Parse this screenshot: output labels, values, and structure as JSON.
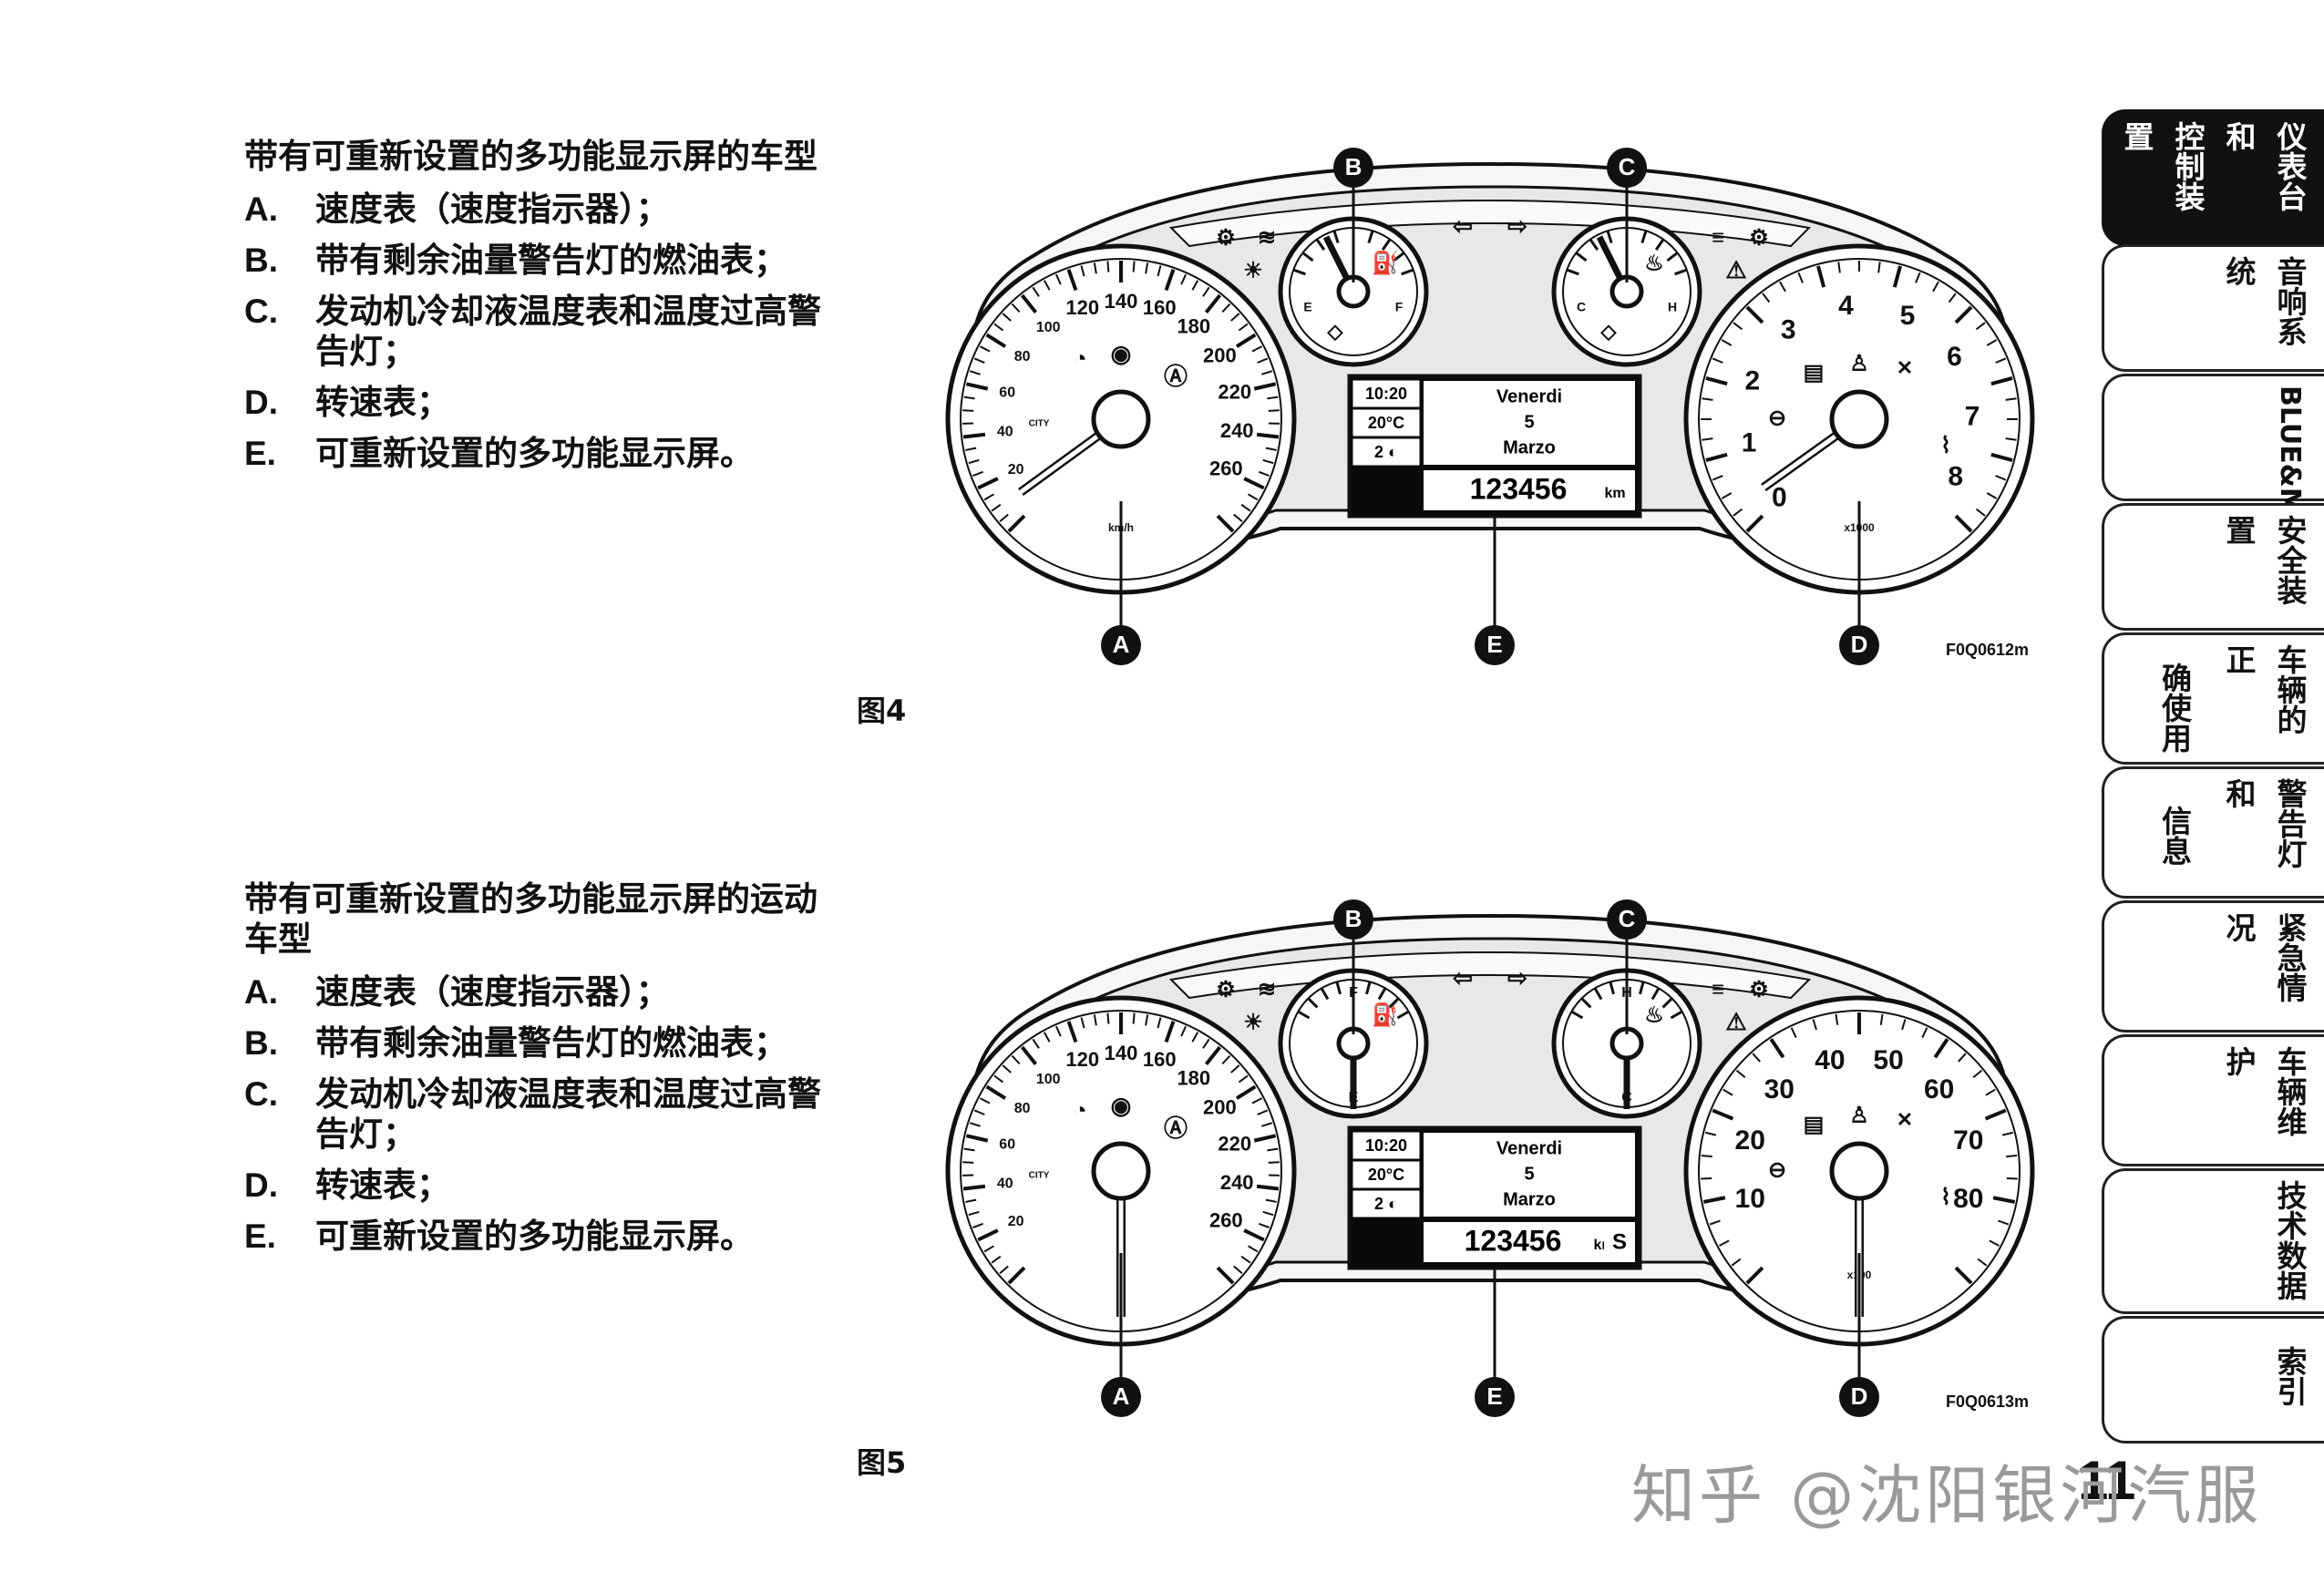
{
  "sections": [
    {
      "title": "带有可重新设置的多功能显示屏的车型",
      "items": [
        {
          "label": "A.",
          "text": "速度表（速度指示器）；"
        },
        {
          "label": "B.",
          "text": "带有剩余油量警告灯的燃油表；"
        },
        {
          "label": "C.",
          "text": "发动机冷却液温度表和温度过高警告灯；"
        },
        {
          "label": "D.",
          "text": "转速表；"
        },
        {
          "label": "E.",
          "text": "可重新设置的多功能显示屏。"
        }
      ]
    },
    {
      "title": "带有可重新设置的多功能显示屏的运动车型",
      "items": [
        {
          "label": "A.",
          "text": "速度表（速度指示器）；"
        },
        {
          "label": "B.",
          "text": "带有剩余油量警告灯的燃油表；"
        },
        {
          "label": "C.",
          "text": "发动机冷却液温度表和温度过高警告灯；"
        },
        {
          "label": "D.",
          "text": "转速表；"
        },
        {
          "label": "E.",
          "text": "可重新设置的多功能显示屏。"
        }
      ]
    }
  ],
  "figures": [
    {
      "caption": "图4",
      "code": "F0Q0612m",
      "callouts": [
        "A",
        "B",
        "C",
        "D",
        "E"
      ],
      "speedo_ticks": [
        "20",
        "40",
        "60",
        "80",
        "100",
        "120",
        "140",
        "160",
        "180",
        "200",
        "220",
        "240",
        "260"
      ],
      "speedo_unit": "km/h",
      "speedo_city": "CITY",
      "fuel_ticks": [
        "E",
        "F"
      ],
      "temp_ticks": [
        "C",
        "H"
      ],
      "tacho_ticks": [
        "0",
        "1",
        "2",
        "3",
        "4",
        "5",
        "6",
        "7",
        "8"
      ],
      "tacho_unit": "x1000",
      "display": {
        "time": "10:20",
        "temp": "20°C",
        "gear": "2",
        "day": "Venerdi",
        "date": "5",
        "month": "Marzo",
        "odo": "123456",
        "odo_unit": "km",
        "extra": ""
      }
    },
    {
      "caption": "图5",
      "code": "F0Q0613m",
      "callouts": [
        "A",
        "B",
        "C",
        "D",
        "E"
      ],
      "speedo_ticks": [
        "20",
        "40",
        "60",
        "80",
        "100",
        "120",
        "140",
        "160",
        "180",
        "200",
        "220",
        "240",
        "260"
      ],
      "speedo_unit": "",
      "speedo_city": "CITY",
      "fuel_ticks": [
        "F",
        "E"
      ],
      "temp_ticks": [
        "H",
        "C"
      ],
      "tacho_ticks": [
        "10",
        "20",
        "30",
        "40",
        "50",
        "60",
        "70",
        "80"
      ],
      "tacho_unit": "x100",
      "display": {
        "time": "10:20",
        "temp": "20°C",
        "gear": "2",
        "day": "Venerdi",
        "date": "5",
        "month": "Marzo",
        "odo": "123456",
        "odo_unit": "km",
        "extra": "S"
      }
    }
  ],
  "tabs": [
    {
      "col1": "仪表台和",
      "col2": "控制装置",
      "active": true
    },
    {
      "col1": "音响系统",
      "col2": "",
      "active": false
    },
    {
      "col1": "BLUE&ME",
      "col2": "",
      "active": false
    },
    {
      "col1": "安全装置",
      "col2": "",
      "active": false
    },
    {
      "col1": "车辆的正",
      "col2": "确使用",
      "active": false
    },
    {
      "col1": "警告灯和",
      "col2": "信息",
      "active": false
    },
    {
      "col1": "紧急情况",
      "col2": "",
      "active": false
    },
    {
      "col1": "车辆维护",
      "col2": "",
      "active": false
    },
    {
      "col1": "技术数据",
      "col2": "",
      "active": false
    },
    {
      "col1": "索引",
      "col2": "",
      "active": false
    }
  ],
  "page_number": "11",
  "watermark": "知乎 @沈阳银河汽服",
  "colors": {
    "ink": "#111111",
    "panel": "#e8e8e8",
    "display_bg": "#0a0a0a",
    "display_fg": "#ffffff"
  }
}
